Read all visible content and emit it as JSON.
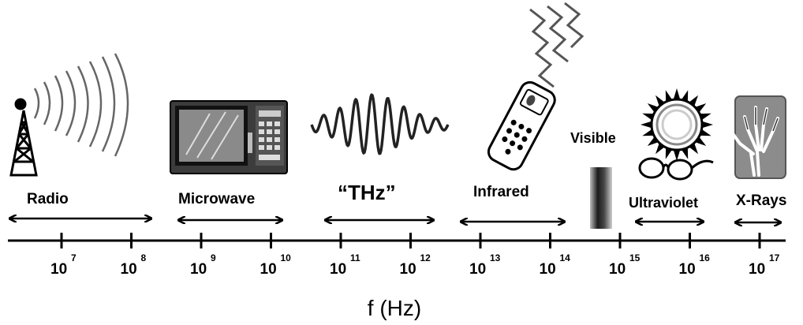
{
  "bands": [
    {
      "id": "radio",
      "label": "Radio"
    },
    {
      "id": "microwave",
      "label": "Microwave"
    },
    {
      "id": "thz",
      "label": "“THz”"
    },
    {
      "id": "infrared",
      "label": "Infrared"
    },
    {
      "id": "visible",
      "label": "Visible"
    },
    {
      "id": "ultraviolet",
      "label": "Ultraviolet"
    },
    {
      "id": "xrays",
      "label": "X-Rays"
    }
  ],
  "ticks": [
    {
      "base": "10",
      "exp": "7"
    },
    {
      "base": "10",
      "exp": "8"
    },
    {
      "base": "10",
      "exp": "9"
    },
    {
      "base": "10",
      "exp": "10"
    },
    {
      "base": "10",
      "exp": "11"
    },
    {
      "base": "10",
      "exp": "12"
    },
    {
      "base": "10",
      "exp": "13"
    },
    {
      "base": "10",
      "exp": "14"
    },
    {
      "base": "10",
      "exp": "15"
    },
    {
      "base": "10",
      "exp": "16"
    },
    {
      "base": "10",
      "exp": "17"
    }
  ],
  "axis_label": "f (Hz)",
  "icons": [
    "radio-tower-icon",
    "microwave-oven-icon",
    "thz-wave-icon",
    "cell-phone-icon",
    "visible-gradient-icon",
    "sun-glasses-icon",
    "xray-hand-icon"
  ]
}
